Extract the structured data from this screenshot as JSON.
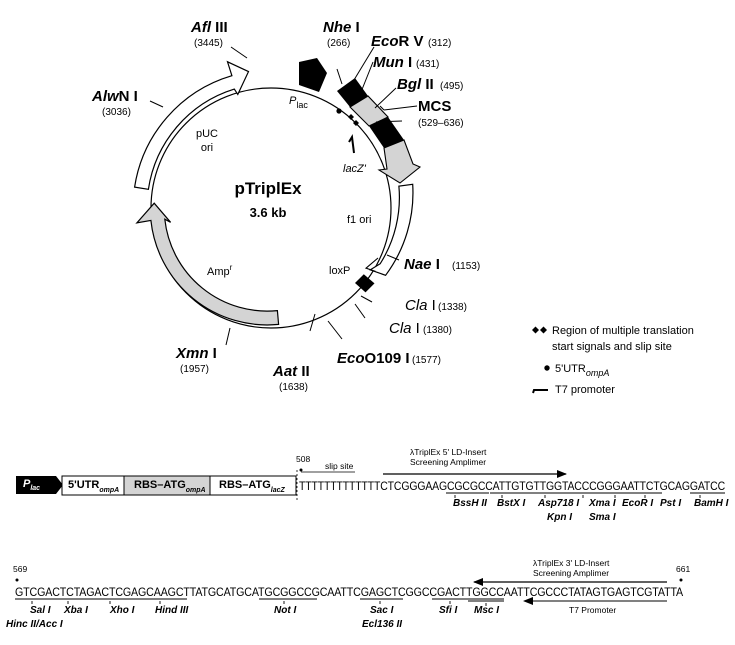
{
  "plasmid": {
    "name": "pTriplEx",
    "size": "3.6 kb"
  },
  "sites": {
    "nhe": {
      "name": "Nhe",
      "suffix": " I",
      "pos": "(266)"
    },
    "ecorv": {
      "name": "Eco",
      "suffix": "R V",
      "pos": "(312)"
    },
    "mun": {
      "name": "Mun",
      "suffix": " I",
      "pos": "(431)"
    },
    "bgl": {
      "name": "Bgl",
      "suffix": " II",
      "pos": "(495)"
    },
    "mcs": {
      "name": "MCS",
      "pos": "(529–636)"
    },
    "afl": {
      "name": "Afl",
      "suffix": " III",
      "pos": "(3445)"
    },
    "alwn": {
      "name": "Alw",
      "suffix": "N I",
      "pos": "(3036)"
    },
    "nae": {
      "name": "Nae",
      "suffix": " I",
      "pos": "(1153)"
    },
    "cla1": {
      "name": "Cla",
      "suffix": " I",
      "pos": "(1338)"
    },
    "cla2": {
      "name": "Cla",
      "suffix": " I",
      "pos": "(1380)"
    },
    "eco0109": {
      "name": "Eco",
      "suffix": "O109 I",
      "pos": "(1577)"
    },
    "aat": {
      "name": "Aat",
      "suffix": " II",
      "pos": "(1638)"
    },
    "xmn": {
      "name": "Xmn",
      "suffix": " I",
      "pos": "(1957)"
    }
  },
  "features": {
    "plac_p": "P",
    "plac_sub": "lac",
    "lacz": "lacZ'",
    "puc1": "pUC",
    "puc2": "ori",
    "f1": "f1 ori",
    "amp": "Amp",
    "amp_sup": "r",
    "loxp": "loxP"
  },
  "legend": {
    "diamond_line1": "Region of multiple translation",
    "diamond_line2": "start signals and slip site",
    "utr": "5'UTR",
    "utr_sub": "ompA",
    "t7": "T7 promoter"
  },
  "construct": {
    "plac_p": "P",
    "plac_sub": "lac",
    "utr": "5'UTR",
    "utr_sub": "ompA",
    "rbs1": "RBS–ATG",
    "rbs1_sub": "ompA",
    "rbs2": "RBS–ATG",
    "rbs2_sub": "lacZ"
  },
  "seq1": {
    "start": "508",
    "slip": "slip site",
    "amp1": "λTriplEx 5' LD-Insert",
    "amp2": "Screening Amplimer",
    "sequence": "TTTTTTTTTTTTTCTCGGGAAGCGCGCCATTGTGTTGGTACCCGGGAATTCTGCAGGATCC",
    "enzymes": [
      "BssH II",
      "BstX I",
      "Asp718 I",
      "Kpn I",
      "Xma I",
      "Sma I",
      "EcoR I",
      "Pst I",
      "BamH I"
    ]
  },
  "seq2": {
    "start": "569",
    "end": "661",
    "amp1": "λTriplEx 3' LD-Insert",
    "amp2": "Screening Amplimer",
    "t7": "T7 Promoter",
    "sequence": "GTCGACTCTAGACTCGAGCAAGCTTATGCATGCATGCGGCCGCAATTCGAGCTCGGCCGACTTGGCCAATTCGCCCTATAGTGAGTCGTATTA",
    "enzymes": [
      "Sal I",
      "Xba I",
      "Xho I",
      "Hind III",
      "Not I",
      "Sac I",
      "Ecl136 II",
      "Sfi I",
      "Msc I",
      "Hinc II/Acc I"
    ]
  },
  "colors": {
    "ink": "#000000",
    "grey": "#d4d4d4",
    "white": "#ffffff"
  }
}
